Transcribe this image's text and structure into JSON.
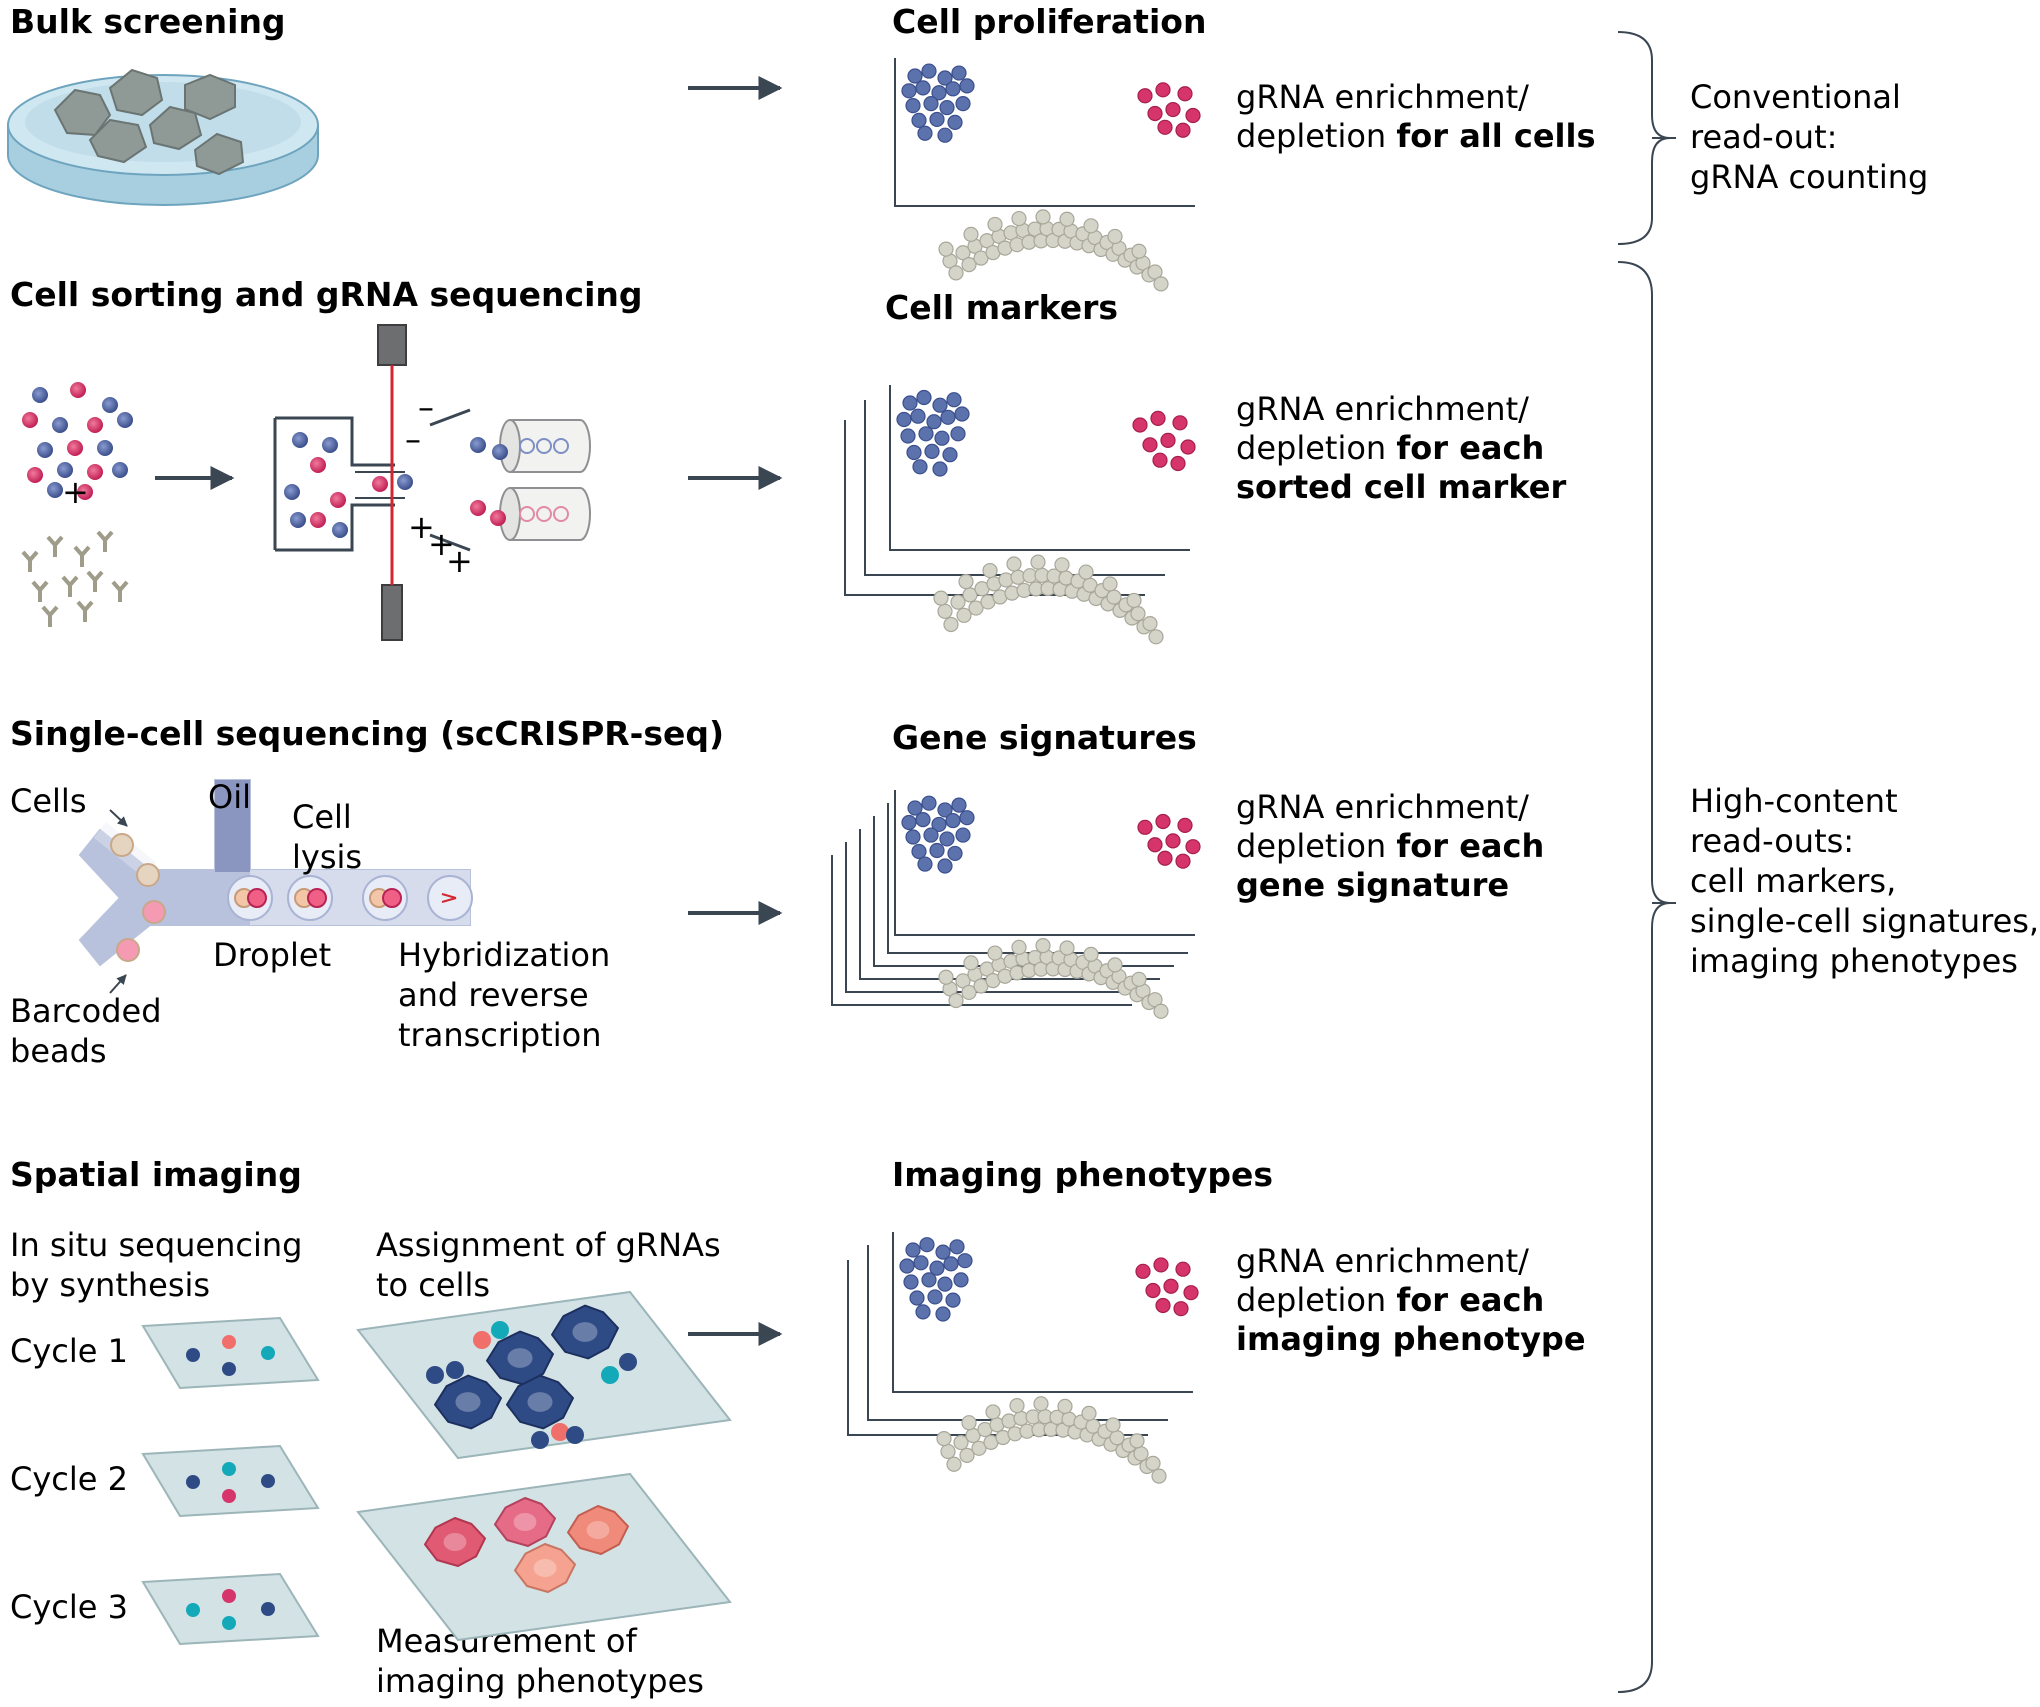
{
  "colors": {
    "blue_dot": "#5b72ad",
    "pink_dot": "#d6356b",
    "gray_dot": "#d5d4c8",
    "arrow": "#3a4652",
    "dish": "#bcdcea",
    "cell_gray": "#8f9a97",
    "channel": "#b9c2dc",
    "laser": "#d4262e",
    "imaging_plane": "#d3e2e4",
    "imaging_blue": "#2f4b85",
    "imaging_teal": "#14a9b8",
    "imaging_salmon": "#f06f6b",
    "imaging_pink": "#ec6b7b"
  },
  "sections": {
    "bulk": {
      "title": "Bulk screening"
    },
    "sorting": {
      "title": "Cell sorting and gRNA sequencing",
      "plus": "+",
      "minus1": "–",
      "minus2": "–",
      "pos1": "+",
      "pos2": "+",
      "pos3": "+"
    },
    "single_cell": {
      "title": "Single-cell sequencing (scCRISPR-seq)",
      "cells": "Cells",
      "oil": "Oil",
      "cell_lysis_1": "Cell",
      "cell_lysis_2": "lysis",
      "droplet": "Droplet",
      "barcoded_1": "Barcoded",
      "barcoded_2": "beads",
      "hybrid_1": "Hybridization",
      "hybrid_2": "and reverse",
      "hybrid_3": "transcription"
    },
    "spatial": {
      "title": "Spatial imaging",
      "insitu_1": "In situ sequencing",
      "insitu_2": "by synthesis",
      "cycle1": "Cycle 1",
      "cycle2": "Cycle 2",
      "cycle3": "Cycle 3",
      "assign_1": "Assignment of gRNAs",
      "assign_2": "to cells",
      "measure_1": "Measurement of",
      "measure_2": "imaging phenotypes"
    }
  },
  "readouts": {
    "proliferation": {
      "title": "Cell proliferation",
      "line1": "gRNA enrichment/",
      "line2_plain": "depletion ",
      "line2_bold": "for all cells"
    },
    "markers": {
      "title": "Cell markers",
      "line1": "gRNA enrichment/",
      "line2_plain": "depletion ",
      "line2_bold": "for each",
      "line3_bold": "sorted cell marker"
    },
    "signatures": {
      "title": "Gene signatures",
      "line1": "gRNA enrichment/",
      "line2_plain": "depletion ",
      "line2_bold": "for each",
      "line3_bold": "gene signature"
    },
    "imaging": {
      "title": "Imaging phenotypes",
      "line1": "gRNA enrichment/",
      "line2_plain": "depletion ",
      "line2_bold": "for each",
      "line3_bold": "imaging phenotype"
    }
  },
  "brackets": {
    "conventional": [
      "Conventional",
      "read-out:",
      "gRNA counting"
    ],
    "high_content": [
      "High-content",
      "read-outs:",
      "cell markers,",
      "single-cell signatures,",
      "imaging phenotypes"
    ]
  }
}
